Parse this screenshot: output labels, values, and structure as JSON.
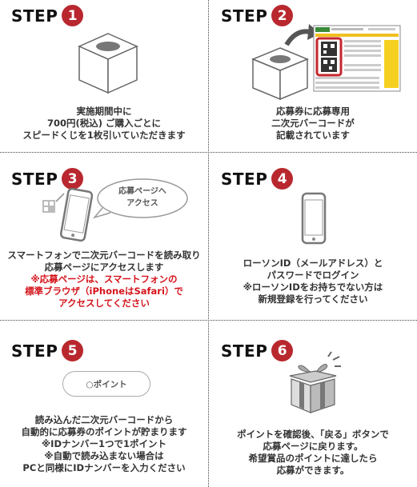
{
  "steps": [
    {
      "label": "STEP",
      "num": "1",
      "lines": [
        "実施期間中に",
        "700円(税込) ご購入ごとに",
        "スピードくじを1枚引いていただきます"
      ]
    },
    {
      "label": "STEP",
      "num": "2",
      "lines": [
        "応募券に応募専用",
        "二次元バーコードが",
        "記載されています"
      ]
    },
    {
      "label": "STEP",
      "num": "3",
      "lines": [
        "スマートフォンで二次元バーコードを読み取り",
        "応募ページにアクセスします"
      ],
      "note": [
        "※応募ページは、スマートフォンの",
        "標準ブラウザ（iPhoneはSafari）で",
        "アクセスしてください"
      ],
      "bubble": [
        "応募ページへ",
        "アクセス"
      ]
    },
    {
      "label": "STEP",
      "num": "4",
      "lines": [
        "ローソンID（メールアドレス）と",
        "パスワードでログイン",
        "※ローソンIDをお持ちでない方は",
        "新規登録を行ってください"
      ]
    },
    {
      "label": "STEP",
      "num": "5",
      "lines": [
        "読み込んだ二次元バーコードから",
        "自動的に応募券のポイントが貯まります",
        "※IDナンバー1つで1ポイント",
        "※自動で読み込まない場合は",
        "PCと同様にIDナンバーを入力ください"
      ],
      "pill": "○ポイント"
    },
    {
      "label": "STEP",
      "num": "6",
      "lines": [
        "ポイントを確認後、「戻る」ボタンで",
        "応募ページに戻ります。",
        "希望賞品のポイントに達したら",
        "応募ができます。"
      ]
    }
  ],
  "colors": {
    "accent": "#b8282e",
    "note": "#d4141c",
    "line": "#444444"
  }
}
